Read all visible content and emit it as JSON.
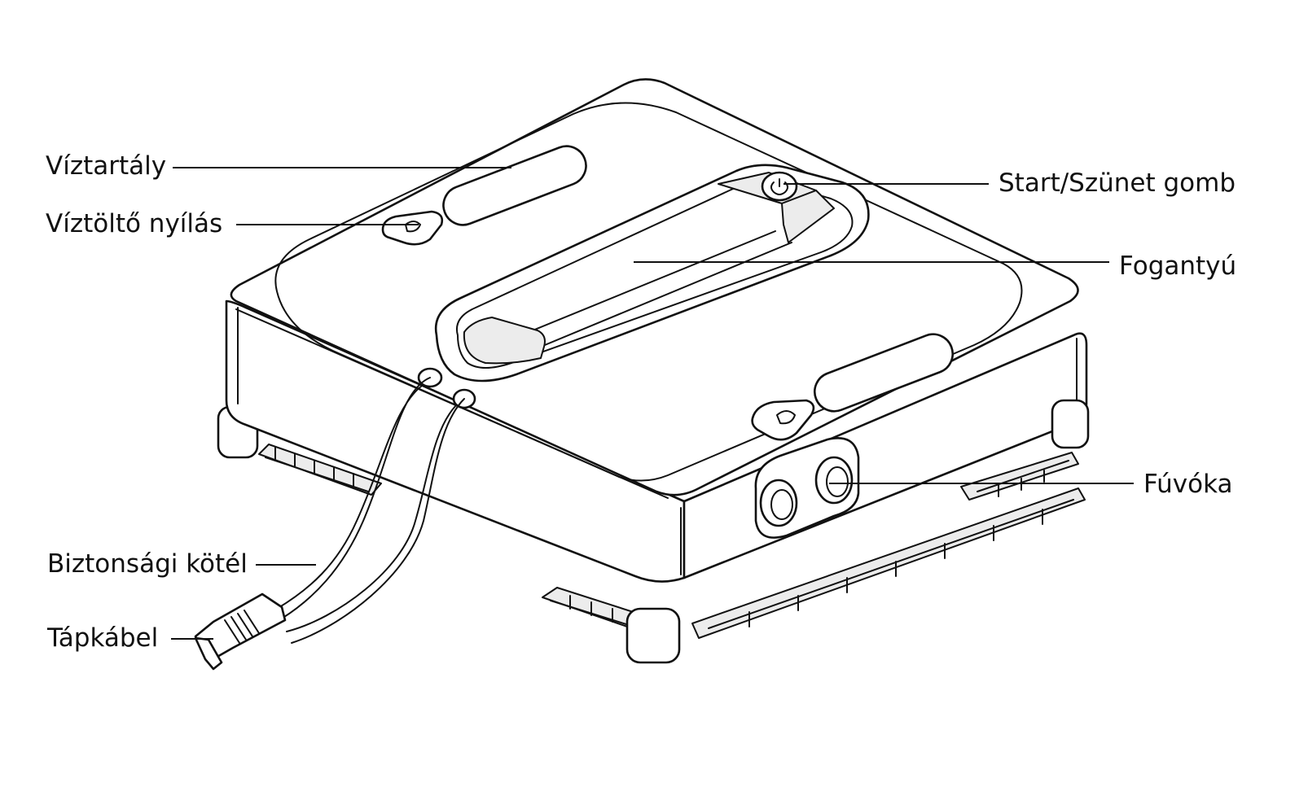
{
  "labels": {
    "water_tank": "Víztartály",
    "water_fill_opening": "Víztöltő nyílás",
    "safety_rope": "Biztonsági kötél",
    "power_cable": "Tápkábel",
    "start_pause_button": "Start/Szünet gomb",
    "handle": "Fogantyú",
    "nozzle": "Fúvóka"
  }
}
